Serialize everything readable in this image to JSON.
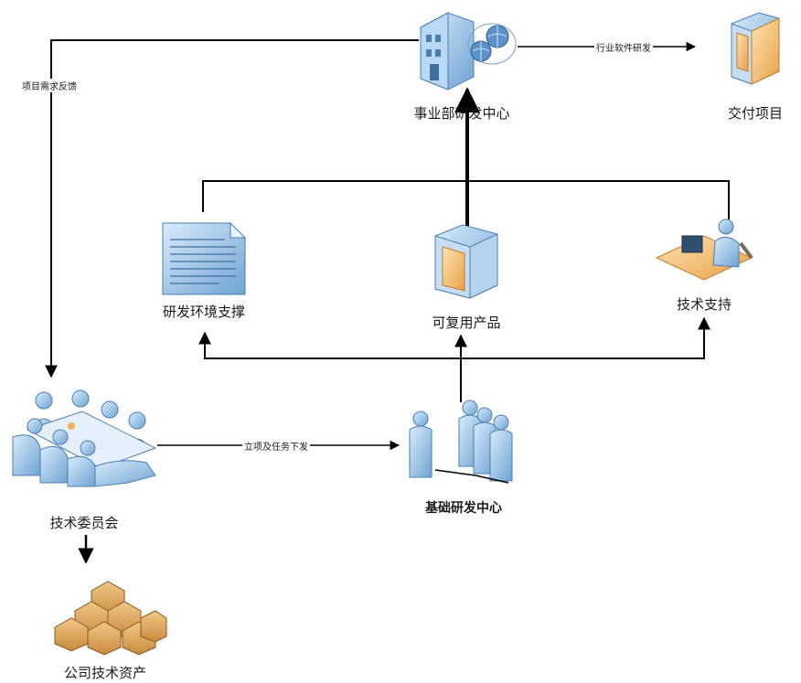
{
  "nodes": {
    "biz_rd_center": {
      "label": "事业部研发中心",
      "icon": "server-building-icon"
    },
    "delivery": {
      "label": "交付项目",
      "icon": "computer-tower-icon"
    },
    "rd_env": {
      "label": "研发环境支撑",
      "icon": "document-icon"
    },
    "reusable": {
      "label": "可复用产品",
      "icon": "computer-tower-icon"
    },
    "tech_support": {
      "label": "技术支持",
      "icon": "person-at-desk-icon"
    },
    "tech_committee": {
      "label": "技术委员会",
      "icon": "meeting-group-icon"
    },
    "base_rd_center": {
      "label": "基础研发中心",
      "icon": "people-group-icon"
    },
    "company_assets": {
      "label": "公司技术资产",
      "icon": "boxes-stack-icon"
    }
  },
  "edges": {
    "feedback": {
      "label": "项目需求反馈"
    },
    "industry_sw": {
      "label": "行业软件研发"
    },
    "project_dispatch": {
      "label": "立项及任务下发"
    }
  },
  "colors": {
    "line": "#000000",
    "body": "#9ec5e8",
    "accent": "#f2b25c"
  }
}
